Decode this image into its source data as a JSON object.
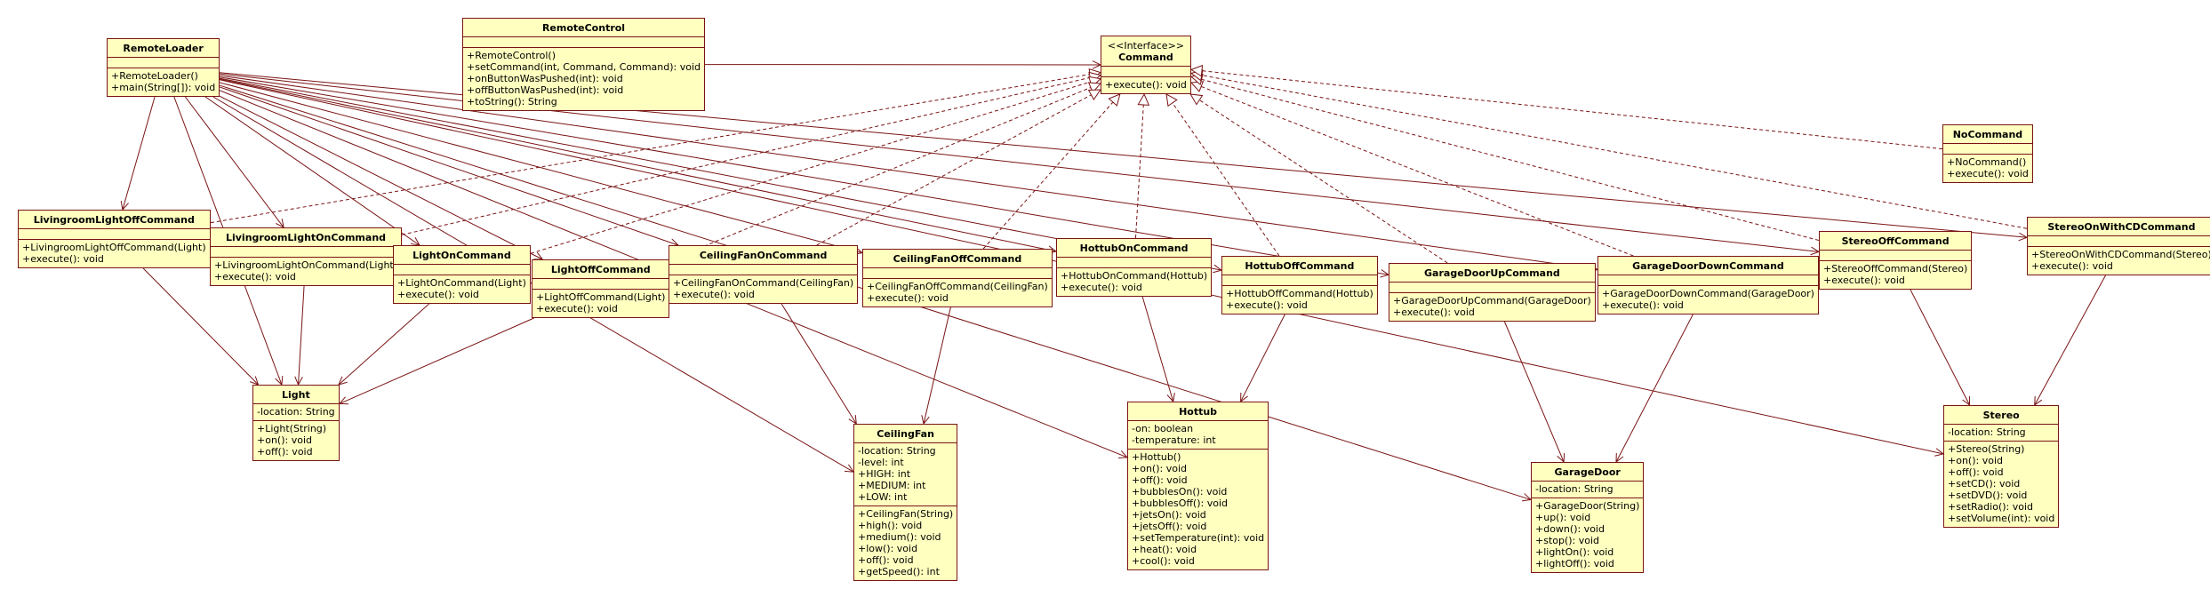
{
  "colors": {
    "box_fill": "#ffffc0",
    "box_border": "#7a1414",
    "line": "#7a1414"
  },
  "classes": {
    "RemoteLoader": {
      "name": "RemoteLoader",
      "attributes": [],
      "operations": [
        "+RemoteLoader()",
        "+main(String[]): void"
      ]
    },
    "RemoteControl": {
      "name": "RemoteControl",
      "attributes": [],
      "operations": [
        "+RemoteControl()",
        "+setCommand(int, Command, Command): void",
        "+onButtonWasPushed(int): void",
        "+offButtonWasPushed(int): void",
        "+toString(): String"
      ]
    },
    "Command": {
      "stereotype": "<<Interface>>",
      "name": "Command",
      "attributes": [],
      "operations": [
        "+execute(): void"
      ]
    },
    "NoCommand": {
      "name": "NoCommand",
      "attributes": [],
      "operations": [
        "+NoCommand()",
        "+execute(): void"
      ]
    },
    "LivingroomLightOffCommand": {
      "name": "LivingroomLightOffCommand",
      "attributes": [],
      "operations": [
        "+LivingroomLightOffCommand(Light)",
        "+execute(): void"
      ]
    },
    "LivingroomLightOnCommand": {
      "name": "LivingroomLightOnCommand",
      "attributes": [],
      "operations": [
        "+LivingroomLightOnCommand(Light)",
        "+execute(): void"
      ]
    },
    "LightOnCommand": {
      "name": "LightOnCommand",
      "attributes": [],
      "operations": [
        "+LightOnCommand(Light)",
        "+execute(): void"
      ]
    },
    "LightOffCommand": {
      "name": "LightOffCommand",
      "attributes": [],
      "operations": [
        "+LightOffCommand(Light)",
        "+execute(): void"
      ]
    },
    "CeilingFanOnCommand": {
      "name": "CeilingFanOnCommand",
      "attributes": [],
      "operations": [
        "+CeilingFanOnCommand(CeilingFan)",
        "+execute(): void"
      ]
    },
    "CeilingFanOffCommand": {
      "name": "CeilingFanOffCommand",
      "attributes": [],
      "operations": [
        "+CeilingFanOffCommand(CeilingFan)",
        "+execute(): void"
      ]
    },
    "HottubOnCommand": {
      "name": "HottubOnCommand",
      "attributes": [],
      "operations": [
        "+HottubOnCommand(Hottub)",
        "+execute(): void"
      ]
    },
    "HottubOffCommand": {
      "name": "HottubOffCommand",
      "attributes": [],
      "operations": [
        "+HottubOffCommand(Hottub)",
        "+execute(): void"
      ]
    },
    "GarageDoorUpCommand": {
      "name": "GarageDoorUpCommand",
      "attributes": [],
      "operations": [
        "+GarageDoorUpCommand(GarageDoor)",
        "+execute(): void"
      ]
    },
    "GarageDoorDownCommand": {
      "name": "GarageDoorDownCommand",
      "attributes": [],
      "operations": [
        "+GarageDoorDownCommand(GarageDoor)",
        "+execute(): void"
      ]
    },
    "StereoOffCommand": {
      "name": "StereoOffCommand",
      "attributes": [],
      "operations": [
        "+StereoOffCommand(Stereo)",
        "+execute(): void"
      ]
    },
    "StereoOnWithCDCommand": {
      "name": "StereoOnWithCDCommand",
      "attributes": [],
      "operations": [
        "+StereoOnWithCDCommand(Stereo)",
        "+execute(): void"
      ]
    },
    "Light": {
      "name": "Light",
      "attributes": [
        "-location: String"
      ],
      "operations": [
        "+Light(String)",
        "+on(): void",
        "+off(): void"
      ]
    },
    "CeilingFan": {
      "name": "CeilingFan",
      "attributes": [
        "-location: String",
        "-level: int",
        "+HIGH: int",
        "+MEDIUM: int",
        "+LOW: int"
      ],
      "operations": [
        "+CeilingFan(String)",
        "+high(): void",
        "+medium(): void",
        "+low(): void",
        "+off(): void",
        "+getSpeed(): int"
      ]
    },
    "Hottub": {
      "name": "Hottub",
      "attributes": [
        "-on: boolean",
        "-temperature: int"
      ],
      "operations": [
        "+Hottub()",
        "+on(): void",
        "+off(): void",
        "+bubblesOn(): void",
        "+bubblesOff(): void",
        "+jetsOn(): void",
        "+jetsOff(): void",
        "+setTemperature(int): void",
        "+heat(): void",
        "+cool(): void"
      ]
    },
    "GarageDoor": {
      "name": "GarageDoor",
      "attributes": [
        "-location: String"
      ],
      "operations": [
        "+GarageDoor(String)",
        "+up(): void",
        "+down(): void",
        "+stop(): void",
        "+lightOn(): void",
        "+lightOff(): void"
      ]
    },
    "Stereo": {
      "name": "Stereo",
      "attributes": [
        "-location: String"
      ],
      "operations": [
        "+Stereo(String)",
        "+on(): void",
        "+off(): void",
        "+setCD(): void",
        "+setDVD(): void",
        "+setRadio(): void",
        "+setVolume(int): void"
      ]
    }
  },
  "relationships": {
    "realization": [
      [
        "LivingroomLightOffCommand",
        "Command"
      ],
      [
        "LivingroomLightOnCommand",
        "Command"
      ],
      [
        "LightOnCommand",
        "Command"
      ],
      [
        "LightOffCommand",
        "Command"
      ],
      [
        "CeilingFanOnCommand",
        "Command"
      ],
      [
        "CeilingFanOffCommand",
        "Command"
      ],
      [
        "HottubOnCommand",
        "Command"
      ],
      [
        "HottubOffCommand",
        "Command"
      ],
      [
        "GarageDoorUpCommand",
        "Command"
      ],
      [
        "GarageDoorDownCommand",
        "Command"
      ],
      [
        "StereoOffCommand",
        "Command"
      ],
      [
        "StereoOnWithCDCommand",
        "Command"
      ],
      [
        "NoCommand",
        "Command"
      ]
    ],
    "association": [
      [
        "RemoteControl",
        "Command"
      ],
      [
        "RemoteLoader",
        "LivingroomLightOffCommand"
      ],
      [
        "RemoteLoader",
        "LivingroomLightOnCommand"
      ],
      [
        "RemoteLoader",
        "LightOnCommand"
      ],
      [
        "RemoteLoader",
        "LightOffCommand"
      ],
      [
        "RemoteLoader",
        "CeilingFanOnCommand"
      ],
      [
        "RemoteLoader",
        "CeilingFanOffCommand"
      ],
      [
        "RemoteLoader",
        "HottubOnCommand"
      ],
      [
        "RemoteLoader",
        "HottubOffCommand"
      ],
      [
        "RemoteLoader",
        "GarageDoorUpCommand"
      ],
      [
        "RemoteLoader",
        "GarageDoorDownCommand"
      ],
      [
        "RemoteLoader",
        "StereoOffCommand"
      ],
      [
        "RemoteLoader",
        "StereoOnWithCDCommand"
      ],
      [
        "RemoteLoader",
        "Light"
      ],
      [
        "RemoteLoader",
        "CeilingFan"
      ],
      [
        "RemoteLoader",
        "Hottub"
      ],
      [
        "RemoteLoader",
        "GarageDoor"
      ],
      [
        "RemoteLoader",
        "Stereo"
      ],
      [
        "LivingroomLightOffCommand",
        "Light"
      ],
      [
        "LivingroomLightOnCommand",
        "Light"
      ],
      [
        "LightOnCommand",
        "Light"
      ],
      [
        "LightOffCommand",
        "Light"
      ],
      [
        "CeilingFanOnCommand",
        "CeilingFan"
      ],
      [
        "CeilingFanOffCommand",
        "CeilingFan"
      ],
      [
        "HottubOnCommand",
        "Hottub"
      ],
      [
        "HottubOffCommand",
        "Hottub"
      ],
      [
        "GarageDoorUpCommand",
        "GarageDoor"
      ],
      [
        "GarageDoorDownCommand",
        "GarageDoor"
      ],
      [
        "StereoOffCommand",
        "Stereo"
      ],
      [
        "StereoOnWithCDCommand",
        "Stereo"
      ]
    ]
  }
}
